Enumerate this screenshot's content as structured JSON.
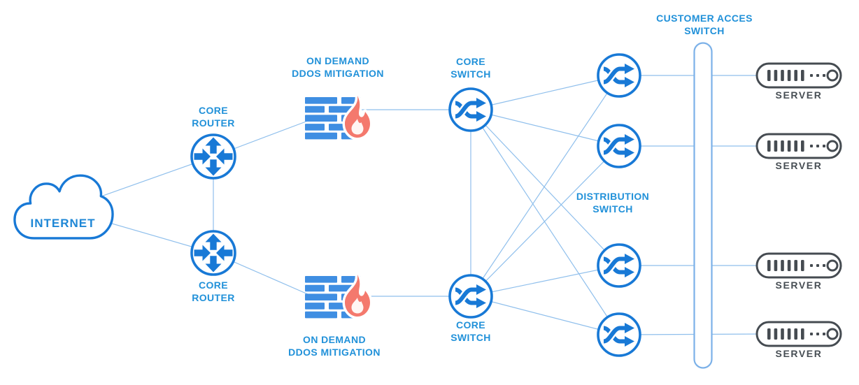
{
  "diagram": {
    "internet": {
      "label": "INTERNET"
    },
    "core_router_top": {
      "line1": "CORE",
      "line2": "ROUTER"
    },
    "core_router_bottom": {
      "line1": "CORE",
      "line2": "ROUTER"
    },
    "ddos_top": {
      "line1": "ON DEMAND",
      "line2": "DDOS MITIGATION"
    },
    "ddos_bottom": {
      "line1": "ON DEMAND",
      "line2": "DDOS MITIGATION"
    },
    "core_switch_top": {
      "line1": "CORE",
      "line2": "SWITCH"
    },
    "core_switch_bottom": {
      "line1": "CORE",
      "line2": "SWITCH"
    },
    "distribution_switch": {
      "line1": "DISTRIBUTION",
      "line2": "SWITCH"
    },
    "customer_access_switch": {
      "line1": "CUSTOMER ACCES",
      "line2": "SWITCH"
    },
    "servers": [
      {
        "label": "SERVER"
      },
      {
        "label": "SERVER"
      },
      {
        "label": "SERVER"
      },
      {
        "label": "SERVER"
      }
    ]
  },
  "colors": {
    "icon_blue": "#1879d6",
    "brick_blue": "#3f8ee2",
    "label_blue": "#2191d9",
    "line_blue": "#8fbfec",
    "pill_blue": "#7cb1e8",
    "flame_red": "#f4796d",
    "flame_inner": "#fff6f3",
    "server_gray": "#454b51"
  }
}
